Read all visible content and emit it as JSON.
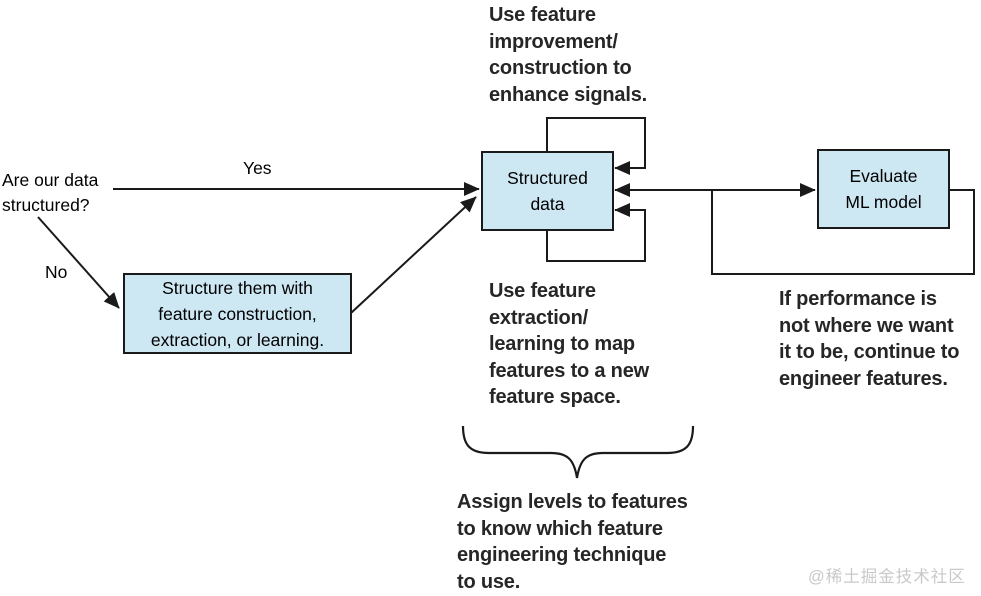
{
  "labels": {
    "question": "Are our data\nstructured?",
    "yes": "Yes",
    "no": "No"
  },
  "boxes": {
    "structure_them": "Structure them with\nfeature construction,\nextraction, or learning.",
    "structured_data": "Structured\ndata",
    "evaluate_model": "Evaluate\nML model"
  },
  "captions": {
    "improvement": "Use feature\nimprovement/\nconstruction to\nenhance signals.",
    "extraction": "Use feature\nextraction/\nlearning to map\nfeatures to a new\nfeature space.",
    "performance": "If performance is\nnot where we want\nit to be, continue to\nengineer features.",
    "assign_levels": "Assign levels to features\nto know which feature\nengineering technique\nto use."
  },
  "watermark": "@稀土掘金技术社区",
  "colors": {
    "box_fill": "#cde7f3",
    "box_border": "#1a1a1a",
    "line": "#1a1a1a",
    "caption_text": "#262626",
    "watermark_text": "#c9c9c9",
    "background": "#ffffff"
  }
}
